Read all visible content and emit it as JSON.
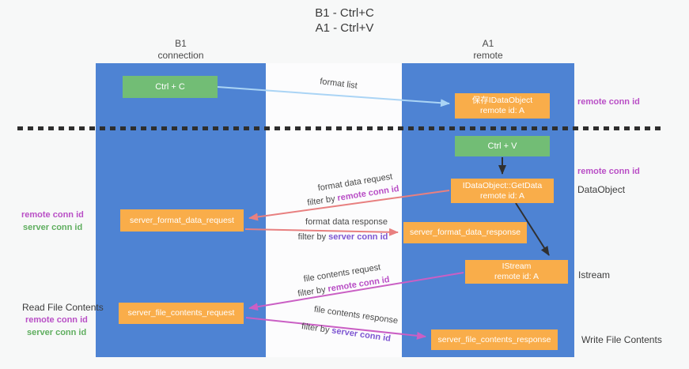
{
  "title": {
    "line1": "B1 - Ctrl+C",
    "line2": "A1 - Ctrl+V"
  },
  "headers": {
    "left_line1": "B1",
    "left_line2": "connection",
    "right_line1": "A1",
    "right_line2": "remote"
  },
  "boxes": {
    "ctrl_c": "Ctrl + C",
    "ctrl_v": "Ctrl + V",
    "save_obj_line1": "保存IDataObject",
    "save_obj_line2": "remote id: A",
    "getdata_line1": "IDataObject::GetData",
    "getdata_line2": "remote id: A",
    "istream_line1": "IStream",
    "istream_line2": "remote id: A",
    "format_request": "server_format_data_request",
    "format_response": "server_format_data_response",
    "file_request": "server_file_contents_request",
    "file_response": "server_file_contents_response"
  },
  "arrow_labels": {
    "format_list": "format list",
    "format_data_request": "format data request",
    "format_data_response": "format data response",
    "file_contents_request": "file contents request",
    "file_contents_response": "file contents response",
    "filter_by": "filter by ",
    "remote_conn_id": "remote conn id",
    "server_conn_id": "server conn id"
  },
  "side_labels": {
    "remote_conn_id": "remote conn id",
    "server_conn_id": "server conn id",
    "dataobject": "DataObject",
    "istream": "Istream",
    "read_file_contents": "Read File Contents",
    "write_file_contents": "Write File Contents"
  },
  "colors": {
    "column_blue": "#4e83d3",
    "box_green": "#72bd75",
    "box_orange": "#f9ad4a",
    "arrow_light_blue": "#aad4f5",
    "arrow_salmon": "#e88080",
    "arrow_magenta": "#ca5fc4",
    "arrow_black": "#303030",
    "label_magenta": "#b94fc6",
    "label_purple": "#7e57d2",
    "label_green": "#5fae5f"
  }
}
